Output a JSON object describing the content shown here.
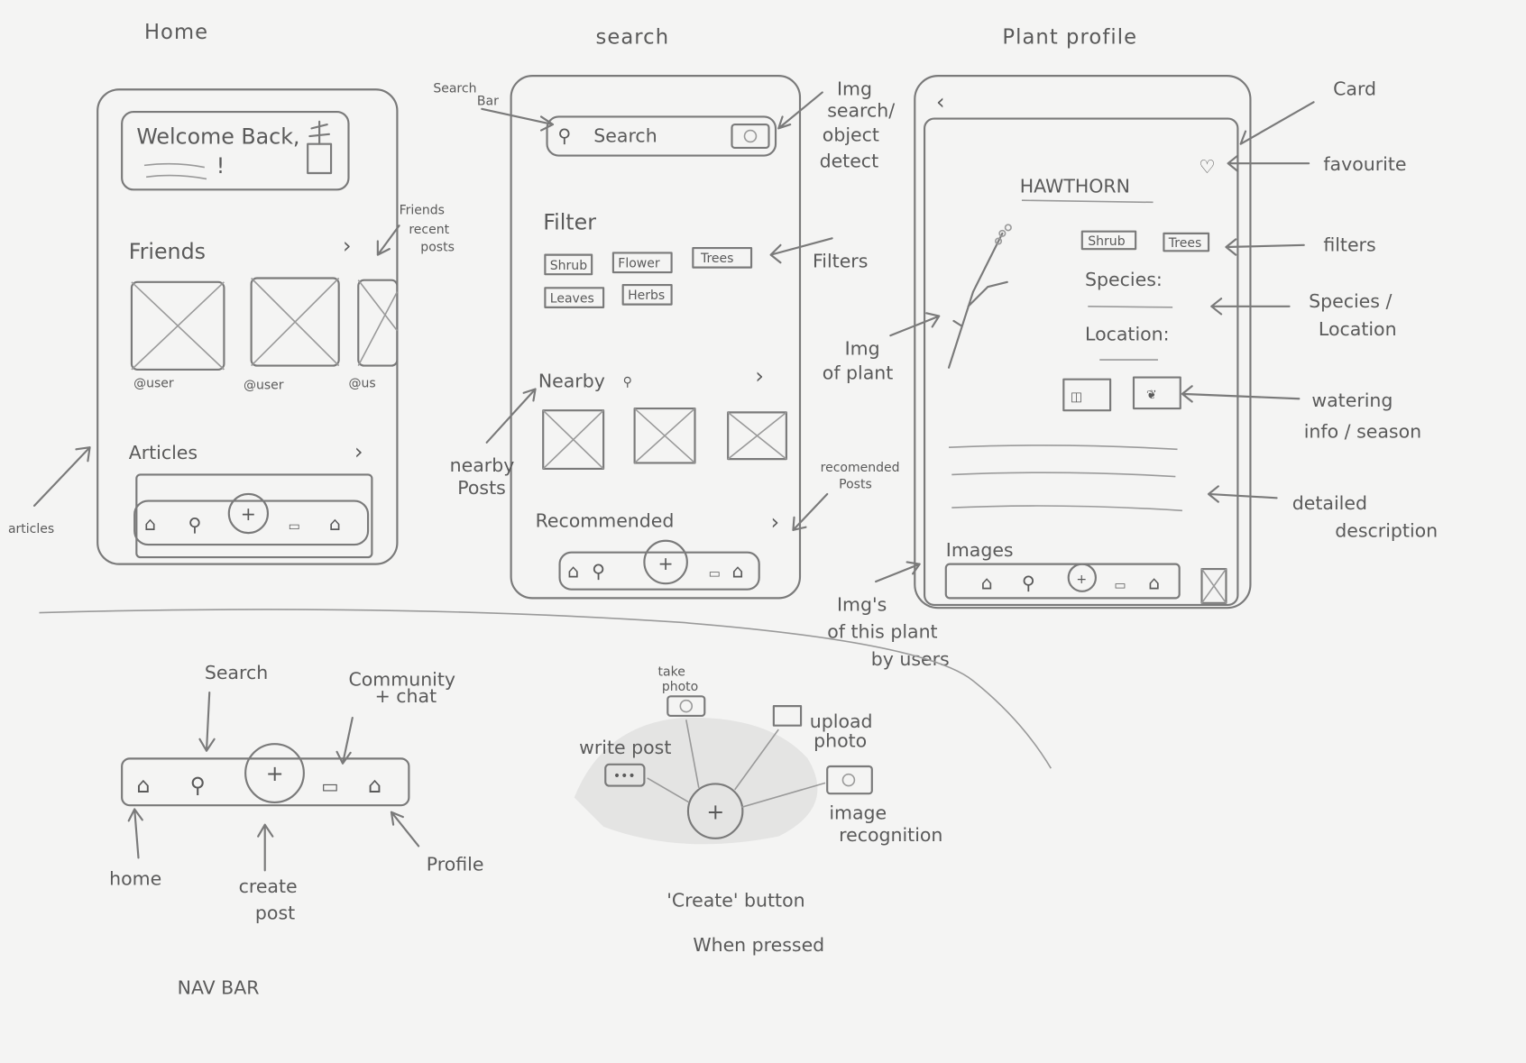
{
  "titles": {
    "home": "Home",
    "search": "search",
    "plant": "Plant profile"
  },
  "home": {
    "welcome": "Welcome Back,",
    "welcome_mark": "!",
    "friends": "Friends",
    "users": [
      "@user",
      "@user",
      "@us"
    ],
    "articles": "Articles",
    "ann_friends": [
      "Friends",
      "recent",
      "posts"
    ],
    "ann_articles": "articles"
  },
  "search": {
    "placeholder": "Search",
    "filter": "Filter",
    "chips": [
      "Shrub",
      "Flower",
      "Trees",
      "Leaves",
      "Herbs"
    ],
    "nearby": "Nearby",
    "recommended": "Recommended",
    "ann_searchbar": [
      "Search",
      "Bar"
    ],
    "ann_img": [
      "Img",
      "search/",
      "object",
      "detect"
    ],
    "ann_filters": "Filters",
    "ann_nearby": [
      "nearby",
      "Posts"
    ],
    "ann_recommended": [
      "recomended",
      "Posts"
    ]
  },
  "plant": {
    "name": "HAWTHORN",
    "chips": [
      "Shrub",
      "Trees"
    ],
    "species": "Species:",
    "location": "Location:",
    "images": "Images",
    "ann_card": "Card",
    "ann_favourite": "favourite",
    "ann_filters": "filters",
    "ann_species": [
      "Species /",
      "Location"
    ],
    "ann_watering": [
      "watering",
      "info / season"
    ],
    "ann_description": [
      "detailed",
      "description"
    ],
    "ann_img": [
      "Img",
      "of plant"
    ],
    "ann_images": [
      "Img's",
      "of this plant",
      "by users"
    ]
  },
  "navbar": {
    "search": "Search",
    "community": [
      "Community",
      "+ chat"
    ],
    "home": "home",
    "create": [
      "create",
      "post"
    ],
    "profile": "Profile",
    "title": "NAV BAR"
  },
  "create": {
    "take_photo": [
      "take",
      "photo"
    ],
    "upload_photo": [
      "upload",
      "photo"
    ],
    "write_post": "write post",
    "image_recognition": [
      "image",
      "recognition"
    ],
    "caption": [
      "'Create' button",
      "When pressed"
    ]
  }
}
